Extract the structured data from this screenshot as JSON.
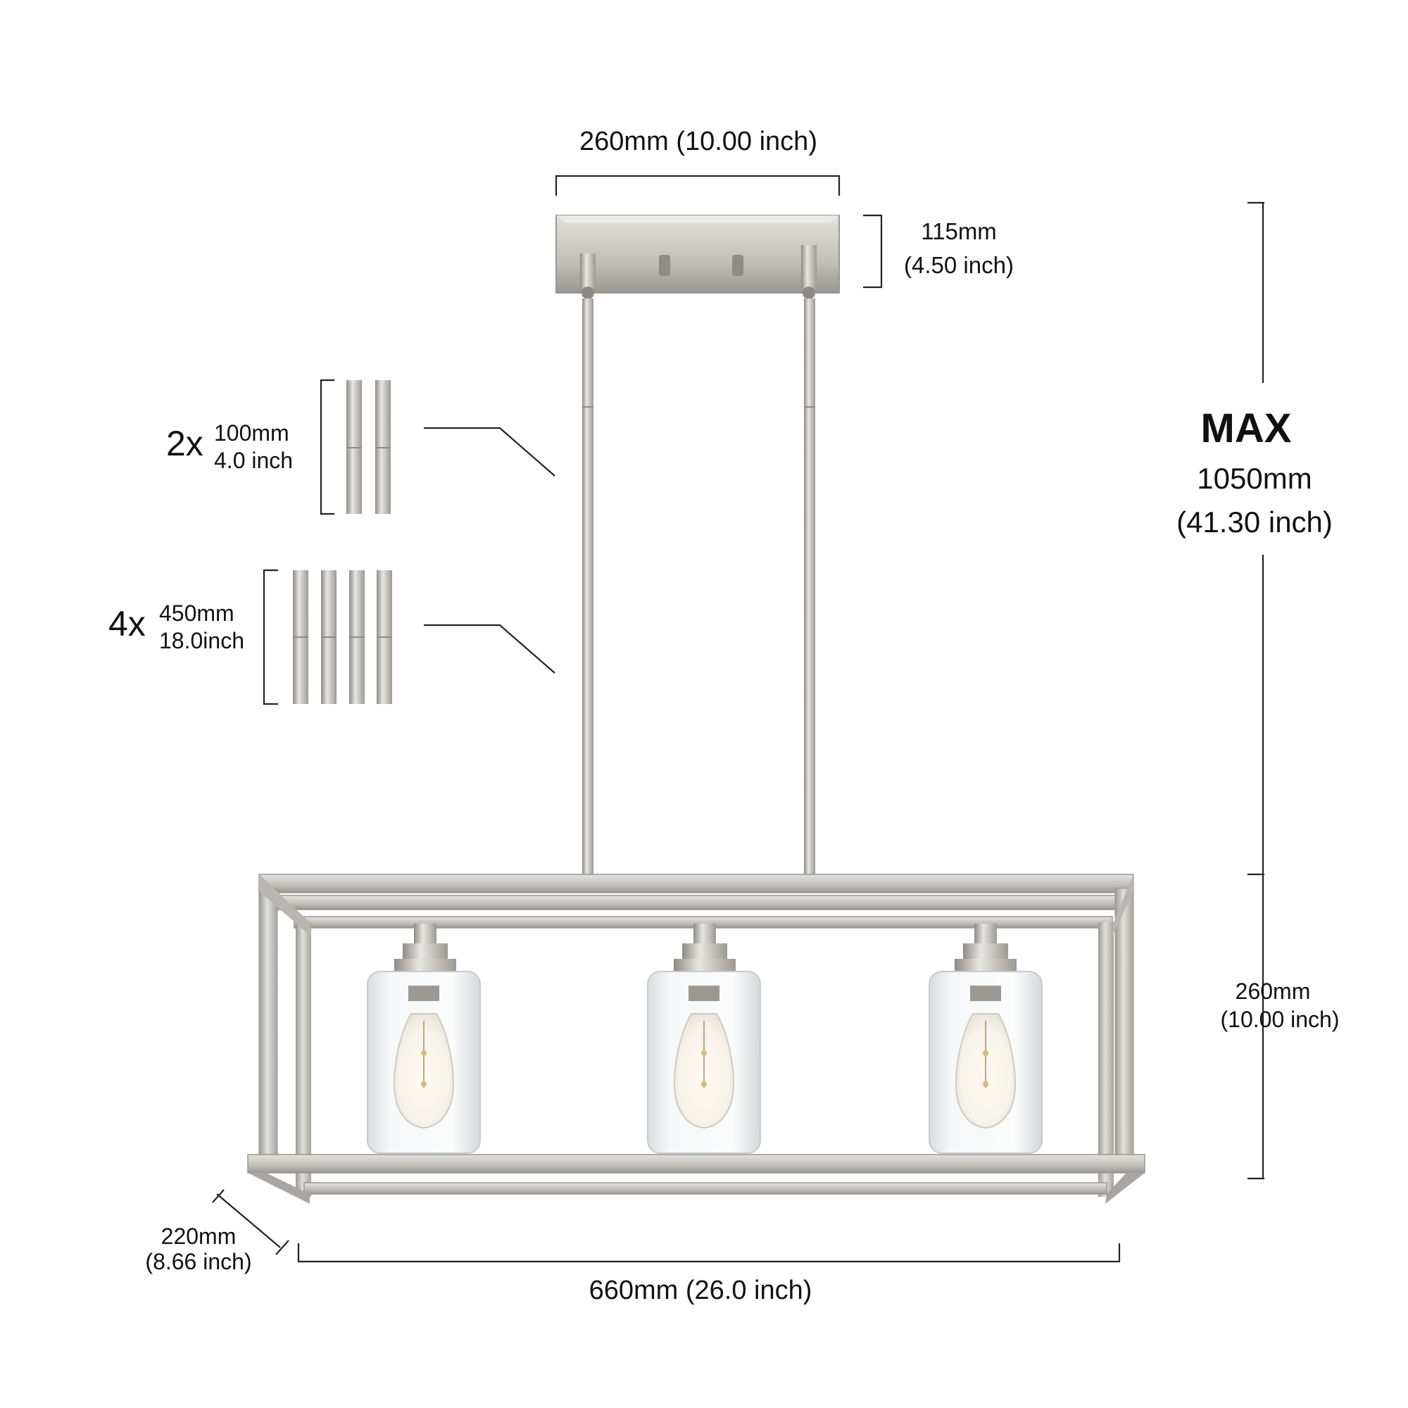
{
  "colors": {
    "metal_light": "#d6d3ce",
    "metal_mid": "#b8b5b0",
    "metal_dark": "#8d8a86",
    "dimension_line": "#222222",
    "glass": "#eef1f2",
    "bulb_glow": "#fff6dd"
  },
  "dims": {
    "canopy_width": "260mm (10.00 inch)",
    "canopy_height_mm": "115mm",
    "canopy_height_in": "(4.50 inch)",
    "max_label": "MAX",
    "max_mm": "1050mm",
    "max_in": "(41.30 inch)",
    "frame_height_mm": "260mm",
    "frame_height_in": "(10.00 inch)",
    "depth_mm": "220mm",
    "depth_in": "(8.66 inch)",
    "length": "660mm (26.0 inch)"
  },
  "rods": {
    "short": {
      "count": "2x",
      "mm": "100mm",
      "in": "4.0 inch"
    },
    "long": {
      "count": "4x",
      "mm": "450mm",
      "in": "18.0inch"
    }
  }
}
